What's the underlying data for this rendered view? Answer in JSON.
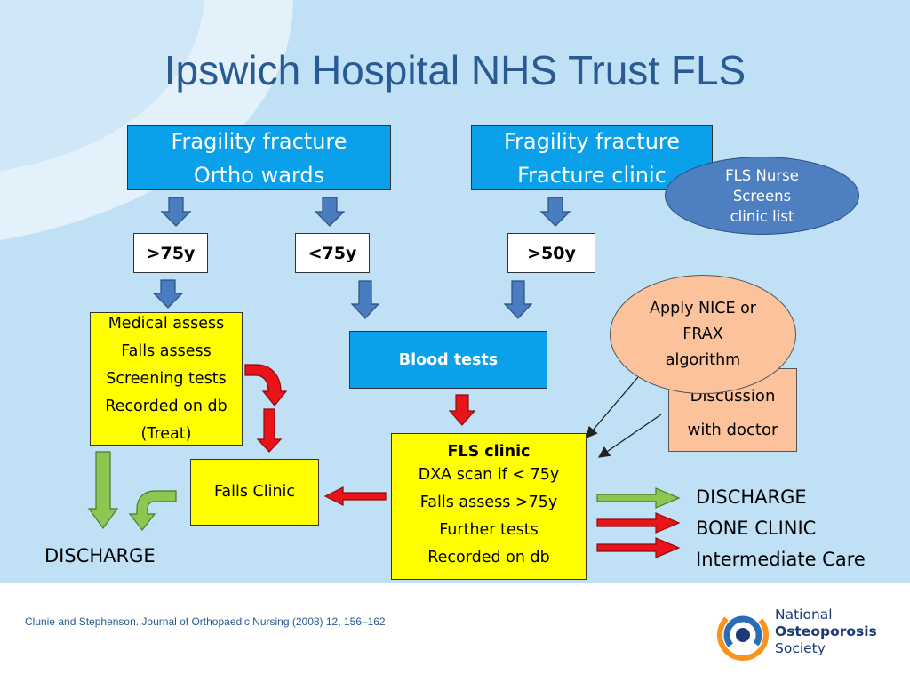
{
  "title": "Ipswich Hospital NHS Trust FLS",
  "boxes": {
    "ortho": {
      "line1": "Fragility fracture",
      "line2": "Ortho wards"
    },
    "fracture_clinic": {
      "line1": "Fragility fracture",
      "line2": "Fracture clinic"
    },
    "age_gt75": ">75y",
    "age_lt75": "<75y",
    "age_gt50": ">50y",
    "medical": [
      "Medical assess",
      "Falls assess",
      "Screening tests",
      "Recorded on db",
      "(Treat)"
    ],
    "blood_tests": "Blood tests",
    "fls_clinic": {
      "heading": "FLS clinic",
      "lines": [
        "DXA scan if < 75y",
        "Falls assess >75y",
        "Further tests",
        "Recorded on db"
      ]
    },
    "falls_clinic": "Falls Clinic",
    "discussion": [
      "Discussion",
      "with doctor"
    ]
  },
  "ellipses": {
    "nurse": [
      "FLS Nurse",
      "Screens",
      "clinic list"
    ],
    "nice": [
      "Apply NICE or",
      "FRAX",
      "algorithm"
    ]
  },
  "outcomes": {
    "discharge_left": "DISCHARGE",
    "right": [
      "DISCHARGE",
      "BONE CLINIC",
      "Intermediate Care"
    ]
  },
  "footer": {
    "citation": "Clunie and Stephenson. Journal of Orthopaedic Nursing (2008) 12, 156–162",
    "logo": [
      "National",
      "Osteoporosis",
      "Society"
    ]
  },
  "colors": {
    "background": "#bfe0f5",
    "title": "#2a5a92",
    "box_blue": "#0aa0ea",
    "box_yellow": "#ffff00",
    "box_orange": "#fbc29b",
    "ellipse_blue": "#4d7fc1",
    "arrow_blue": "#4a7dc0",
    "arrow_red": "#e8141a",
    "arrow_green": "#8cc751"
  }
}
